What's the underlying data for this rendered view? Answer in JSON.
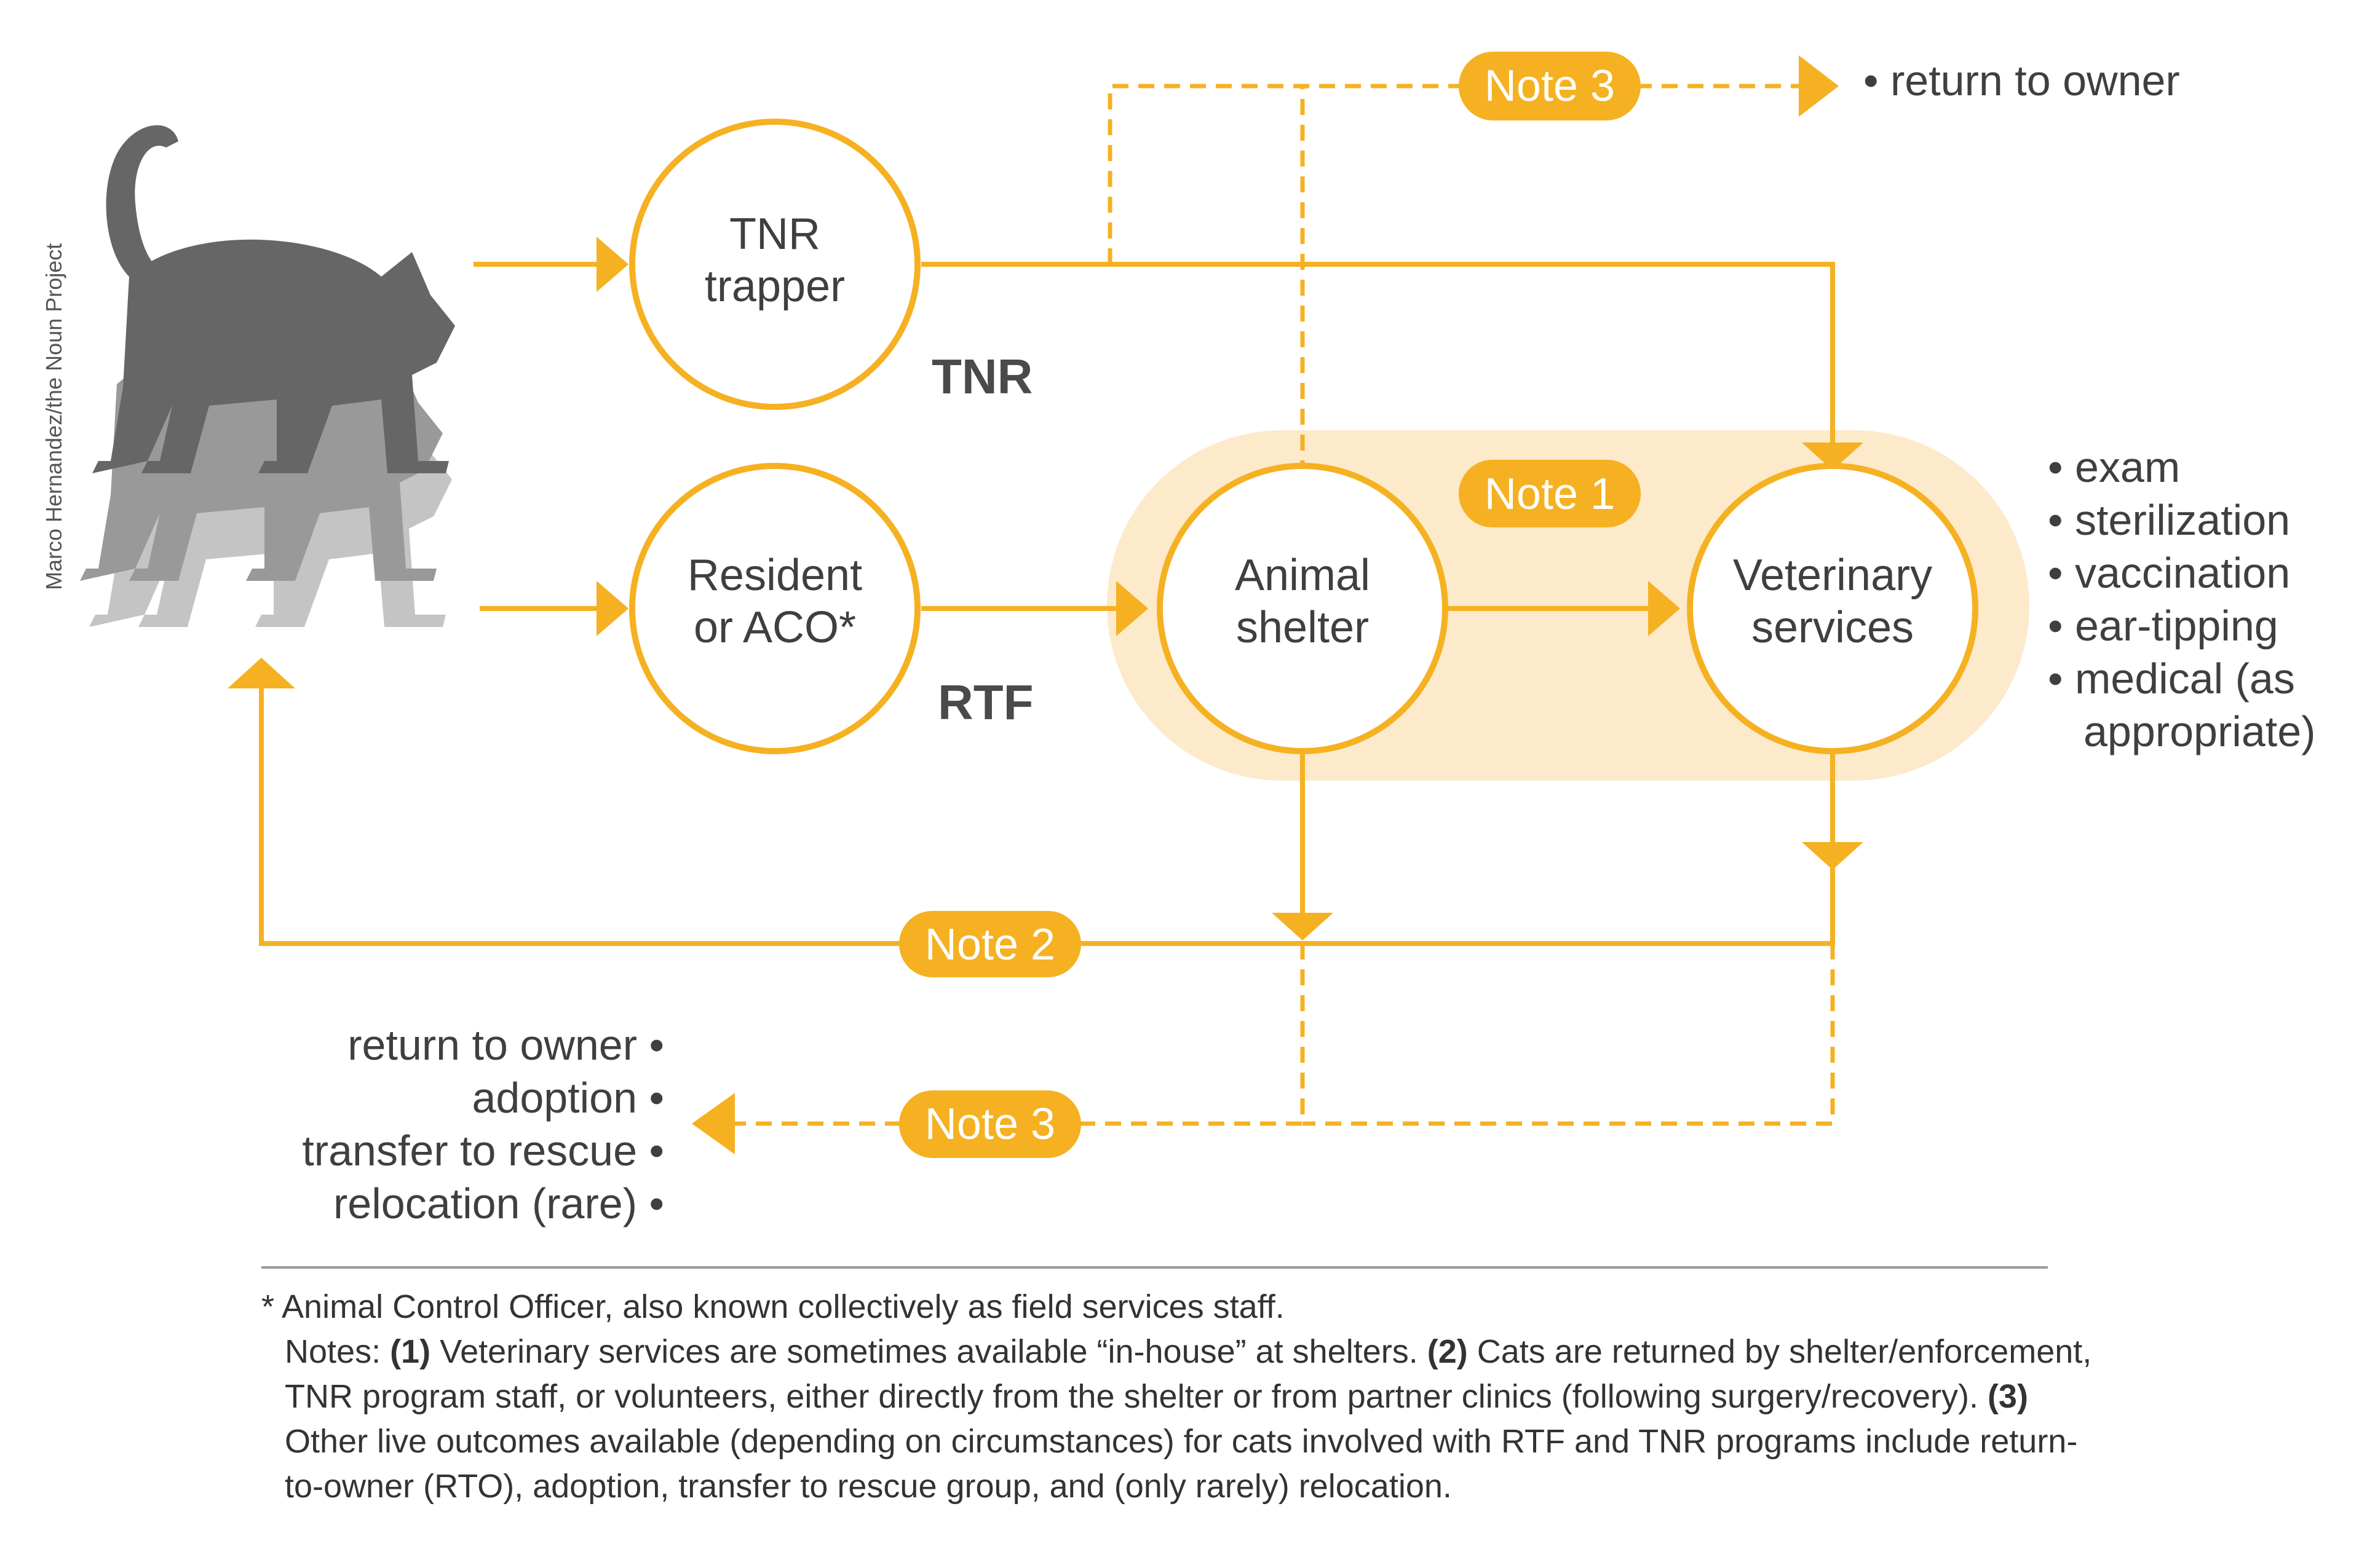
{
  "credit": "Marco Hernandez/the Noun Project",
  "colors": {
    "accent": "#F5B121",
    "highlight": "#FCEACB",
    "text": "#3f3f3f",
    "cat_dark": "#666666",
    "cat_mid": "#999999",
    "cat_light": "#C4C4C4"
  },
  "nodes": {
    "tnr_trapper": [
      "TNR",
      "trapper"
    ],
    "resident": [
      "Resident",
      "or ACO*"
    ],
    "shelter": [
      "Animal",
      "shelter"
    ],
    "vet": [
      "Veterinary",
      "services"
    ]
  },
  "programs": {
    "tnr": "TNR",
    "rtf": "RTF"
  },
  "notes": {
    "note1": "Note 1",
    "note2": "Note 2",
    "note3_top": "Note 3",
    "note3_bottom": "Note 3"
  },
  "top_outcome": "• return to owner",
  "vet_services": [
    "• exam",
    "• sterilization",
    "• vaccination",
    "• ear-tipping",
    "• medical (as",
    "appropriate)"
  ],
  "bottom_outcomes": [
    "return to owner •",
    "adoption •",
    "transfer to rescue •",
    "relocation (rare) •"
  ],
  "footnote": {
    "aco": "* Animal Control Officer, also known collectively as field services staff.",
    "notes_prefix": "Notes: ",
    "n1_label": "(1)",
    "n1_text": " Veterinary services are sometimes available “in-house” at shelters. ",
    "n2_label": "(2)",
    "n2_text": " Cats are returned by shelter/enforcement, TNR program staff, or volunteers, either directly from the shelter or from partner clinics (following surgery/recovery). ",
    "n3_label": "(3)",
    "n3_text": " Other live outcomes available (depending on circumstances) for cats involved with RTF and TNR programs include return-to-owner (RTO), adoption, transfer to rescue group, and (only rarely) relocation."
  }
}
